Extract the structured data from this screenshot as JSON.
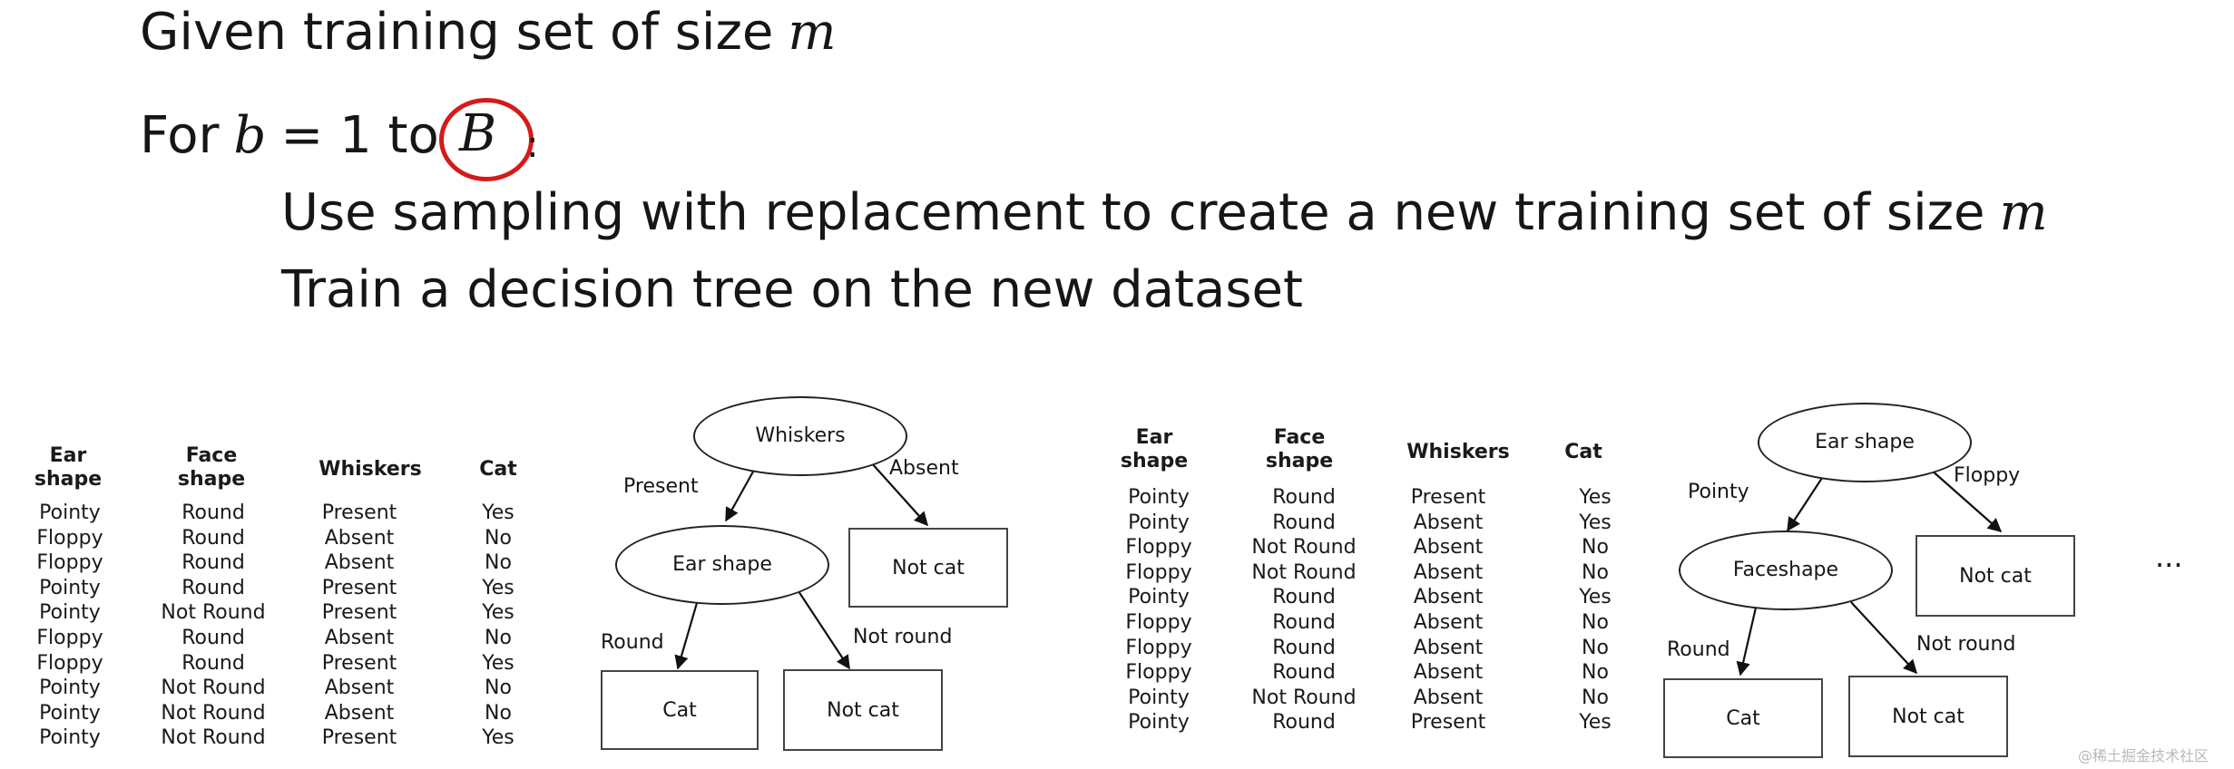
{
  "algorithm": {
    "line1_text": "Given training set of size",
    "var_m": "m",
    "line2_for": "For",
    "var_b": "b",
    "line2_range": "= 1 to",
    "var_B": "B",
    "colon": ":",
    "line3_text": "Use sampling with replacement to create a new training set of size",
    "line4_text": "Train a decision tree on the new dataset"
  },
  "table1": {
    "headers": [
      {
        "line1": "Ear",
        "line2": "shape"
      },
      {
        "line1": "Face",
        "line2": "shape"
      },
      {
        "line1": "Whiskers",
        "line2": ""
      },
      {
        "line1": "Cat",
        "line2": ""
      }
    ],
    "rows": [
      [
        "Pointy",
        "Round",
        "Present",
        "Yes"
      ],
      [
        "Floppy",
        "Round",
        "Absent",
        "No"
      ],
      [
        "Floppy",
        "Round",
        "Absent",
        "No"
      ],
      [
        "Pointy",
        "Round",
        "Present",
        "Yes"
      ],
      [
        "Pointy",
        "Not Round",
        "Present",
        "Yes"
      ],
      [
        "Floppy",
        "Round",
        "Absent",
        "No"
      ],
      [
        "Floppy",
        "Round",
        "Present",
        "Yes"
      ],
      [
        "Pointy",
        "Not Round",
        "Absent",
        "No"
      ],
      [
        "Pointy",
        "Not Round",
        "Absent",
        "No"
      ],
      [
        "Pointy",
        "Not Round",
        "Present",
        "Yes"
      ]
    ]
  },
  "tree1": {
    "root": "Whiskers",
    "left_edge": "Present",
    "right_edge": "Absent",
    "internal": "Ear shape",
    "right_leaf": "Not cat",
    "internal_left_edge": "Round",
    "internal_right_edge": "Not round",
    "leaf_left": "Cat",
    "leaf_right": "Not cat"
  },
  "table2": {
    "headers": [
      {
        "line1": "Ear",
        "line2": "shape"
      },
      {
        "line1": "Face",
        "line2": "shape"
      },
      {
        "line1": "Whiskers",
        "line2": ""
      },
      {
        "line1": "Cat",
        "line2": ""
      }
    ],
    "rows": [
      [
        "Pointy",
        "Round",
        "Present",
        "Yes"
      ],
      [
        "Pointy",
        "Round",
        "Absent",
        "Yes"
      ],
      [
        "Floppy",
        "Not Round",
        "Absent",
        "No"
      ],
      [
        "Floppy",
        "Not Round",
        "Absent",
        "No"
      ],
      [
        "Pointy",
        "Round",
        "Absent",
        "Yes"
      ],
      [
        "Floppy",
        "Round",
        "Absent",
        "No"
      ],
      [
        "Floppy",
        "Round",
        "Absent",
        "No"
      ],
      [
        "Floppy",
        "Round",
        "Absent",
        "No"
      ],
      [
        "Pointy",
        "Not Round",
        "Absent",
        "No"
      ],
      [
        "Pointy",
        "Round",
        "Present",
        "Yes"
      ]
    ]
  },
  "tree2": {
    "root": "Ear shape",
    "left_edge": "Pointy",
    "right_edge": "Floppy",
    "internal_line1": "Face",
    "internal_line2": "shape",
    "right_leaf": "Not cat",
    "internal_left_edge": "Round",
    "internal_right_edge": "Not round",
    "leaf_left": "Cat",
    "leaf_right": "Not cat"
  },
  "ellipsis": "...",
  "watermark": "@稀土掘金技术社区"
}
